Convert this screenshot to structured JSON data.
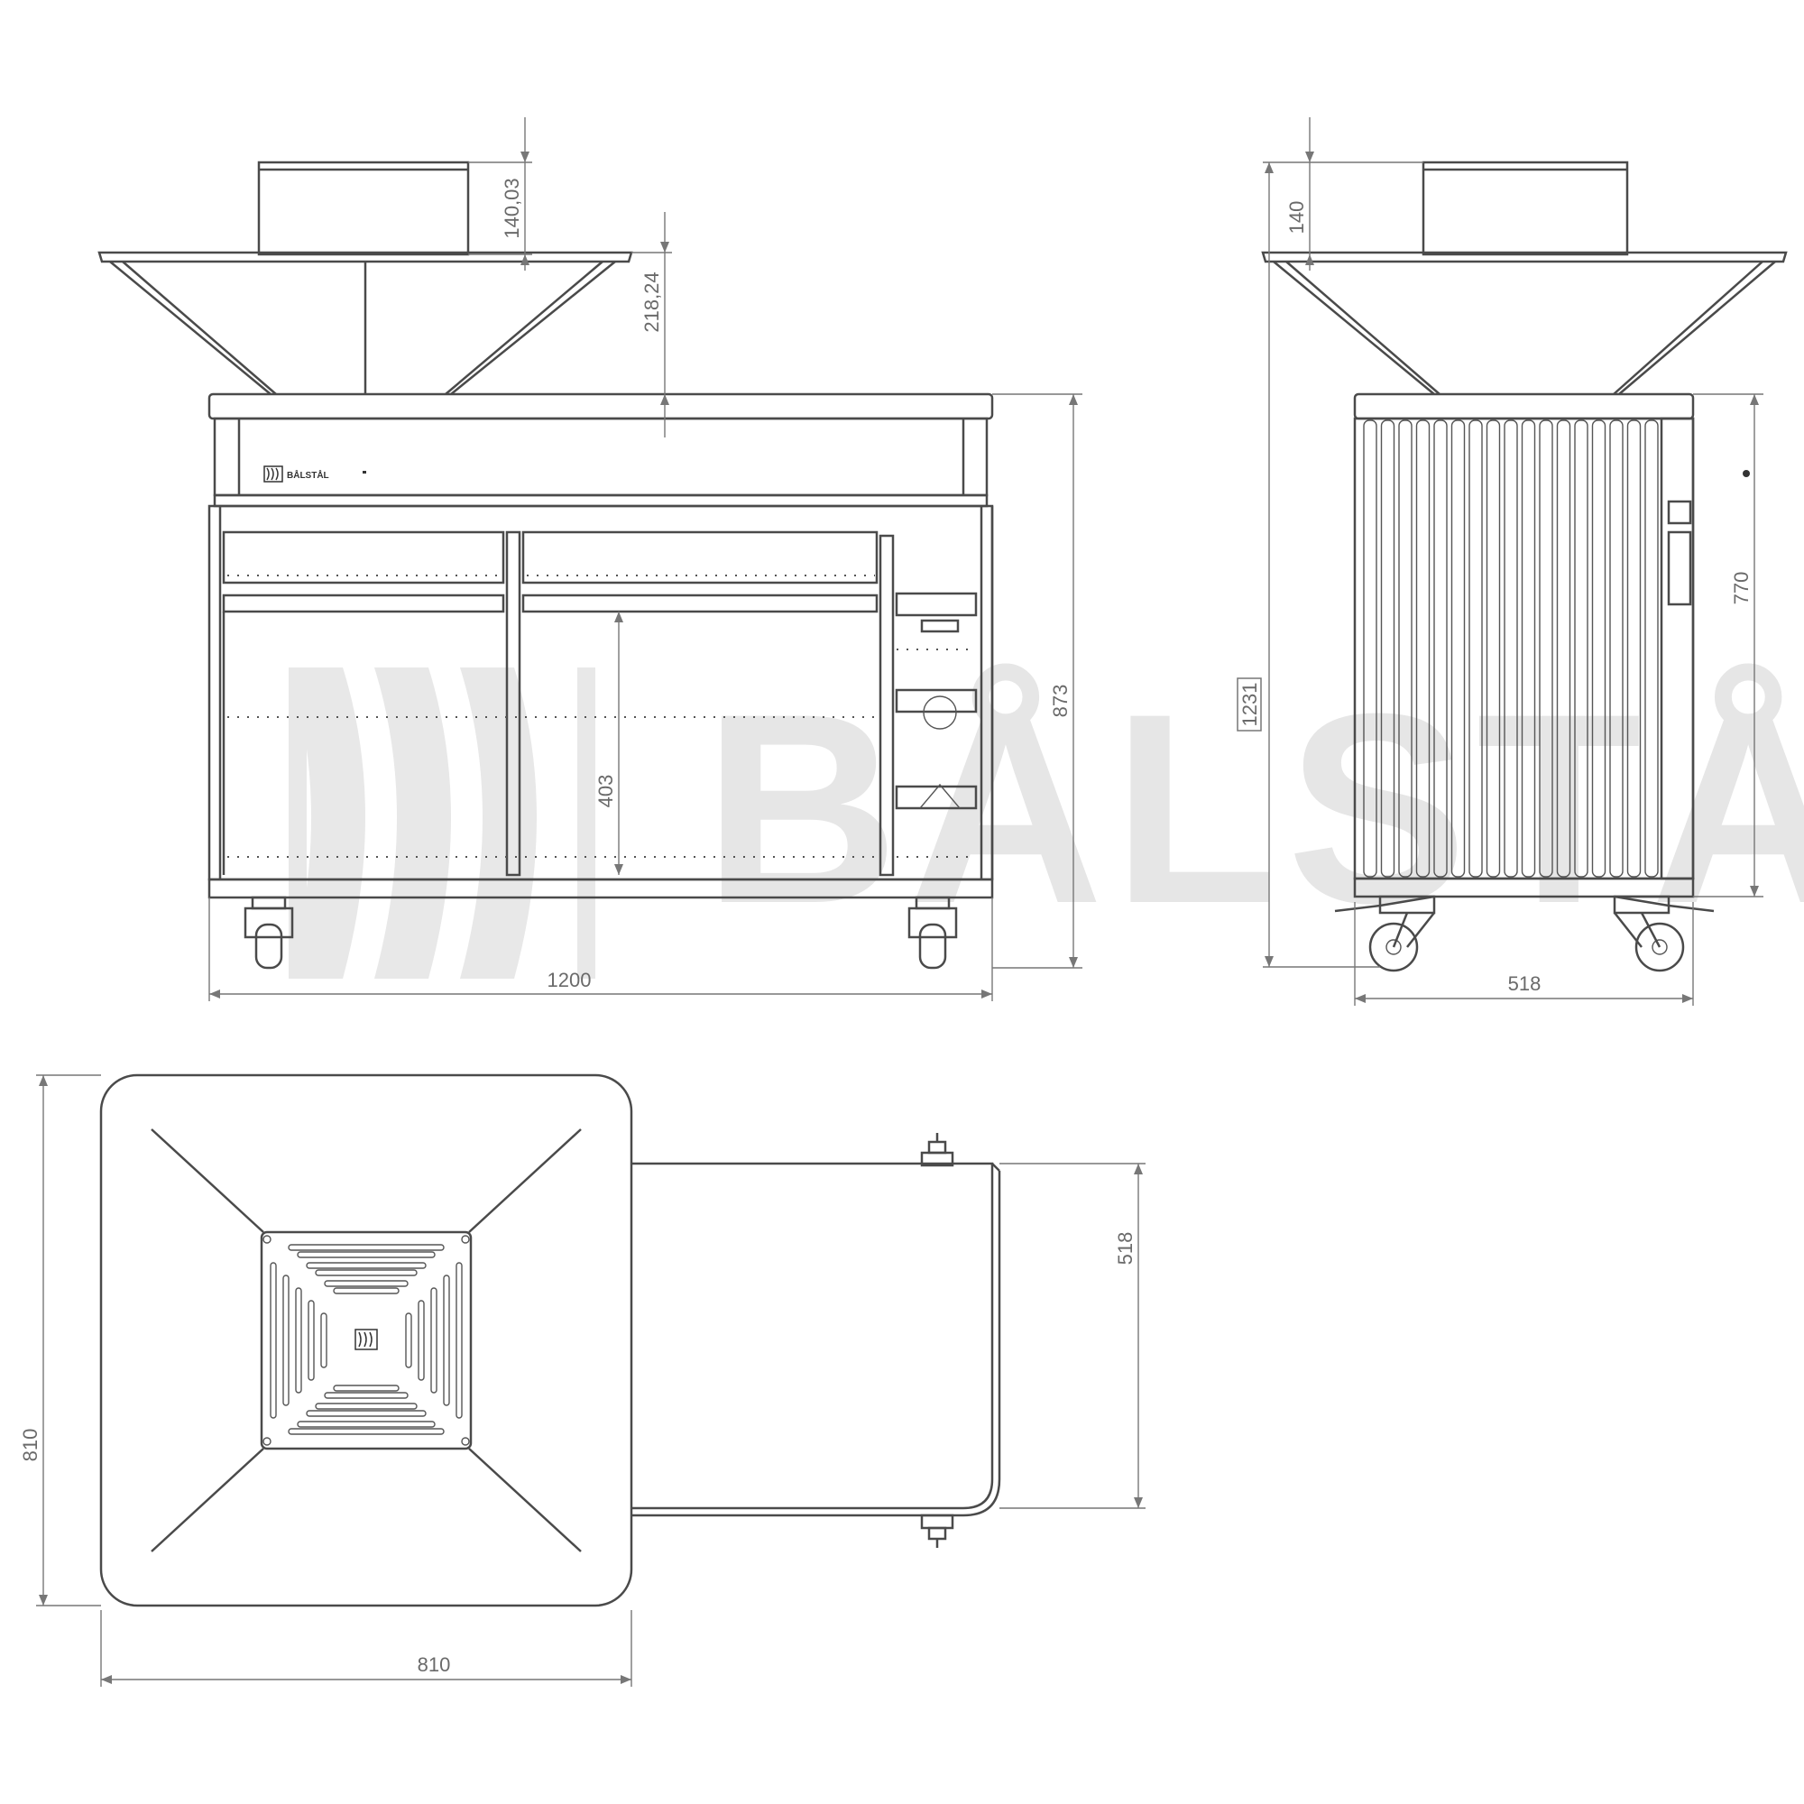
{
  "brand": {
    "watermark_text": "BÅLSTÅL",
    "label_text": "BÅLSTÅL",
    "logo_icon": "balstal-flame-logo-icon"
  },
  "front_view": {
    "dimensions": {
      "top_ring_height": "140,03",
      "bowl_height": "218,24",
      "cabinet_height": "873",
      "door_height": "403",
      "width": "1200"
    }
  },
  "side_view": {
    "dimensions": {
      "top_ring_height": "140",
      "total_height": "1231",
      "cabinet_height": "770",
      "depth": "518"
    }
  },
  "top_view": {
    "dimensions": {
      "bowl_height": "810",
      "bowl_width": "810",
      "cabinet_depth": "518"
    }
  },
  "colors": {
    "line": "#4a4a4a",
    "dimension": "#777777",
    "watermark": "#e6e6e6"
  }
}
